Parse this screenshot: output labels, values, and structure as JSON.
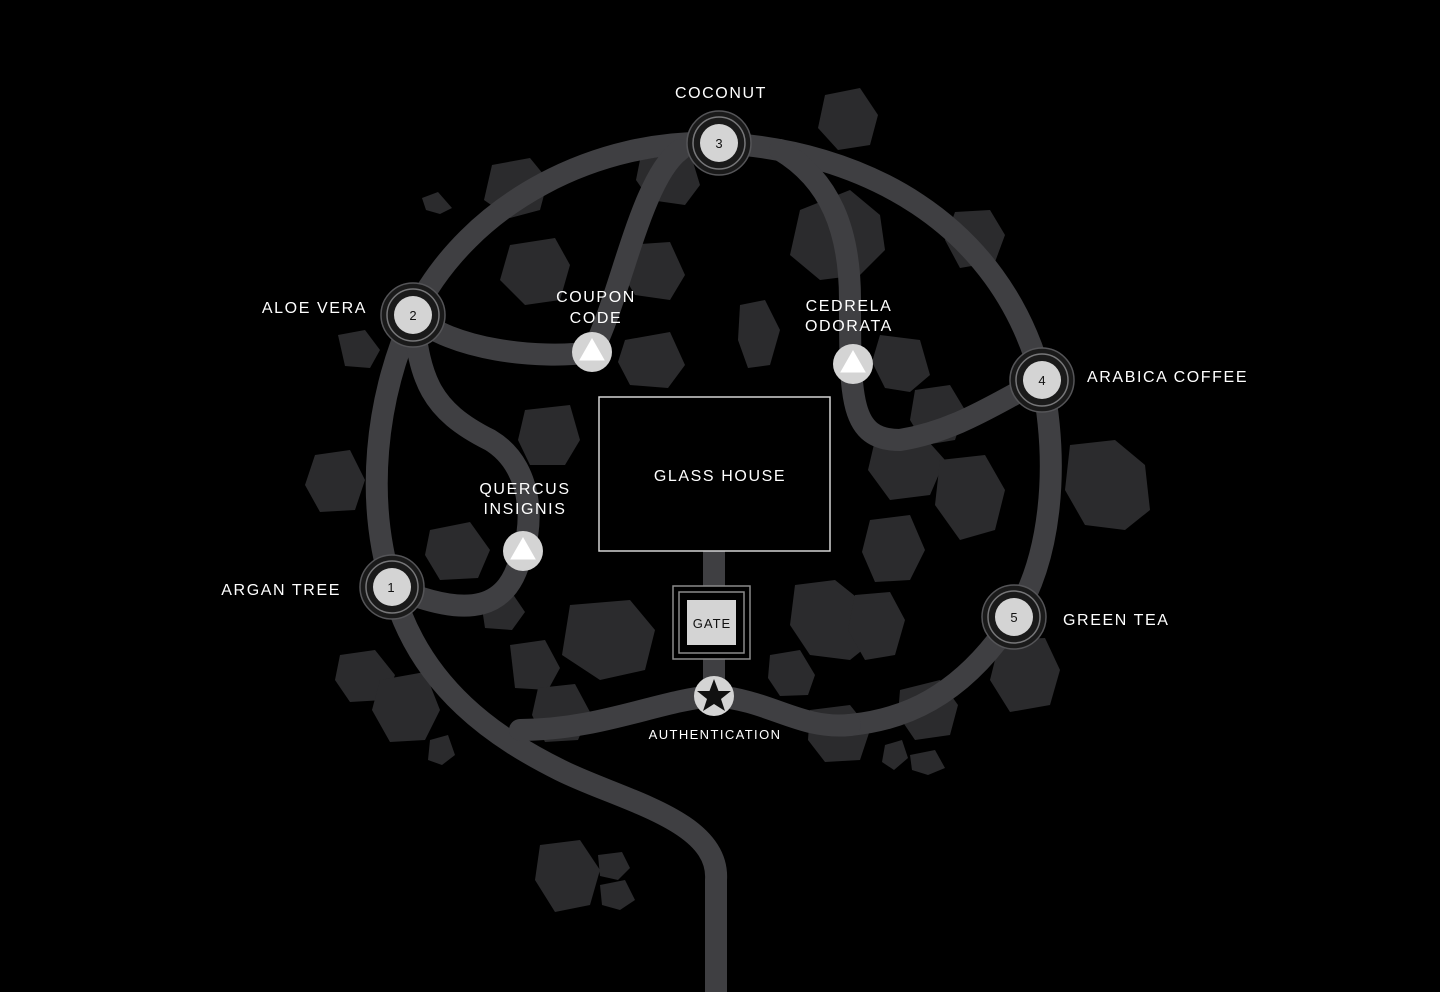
{
  "map": {
    "building": {
      "label": "GLASS HOUSE"
    },
    "gate": {
      "label": "GATE"
    },
    "entrance": {
      "label": "AUTHENTICATION",
      "icon": "star-icon"
    },
    "stations": [
      {
        "number": "1",
        "label": "ARGAN TREE"
      },
      {
        "number": "2",
        "label": "ALOE VERA"
      },
      {
        "number": "3",
        "label": "COCONUT"
      },
      {
        "number": "4",
        "label": "ARABICA COFFEE"
      },
      {
        "number": "5",
        "label": "GREEN TEA"
      }
    ],
    "waypoints": [
      {
        "line1": "COUPON",
        "line2": "CODE",
        "icon": "triangle-icon"
      },
      {
        "line1": "CEDRELA",
        "line2": "ODORATA",
        "icon": "triangle-icon"
      },
      {
        "line1": "QUERCUS",
        "line2": "INSIGNIS",
        "icon": "triangle-icon"
      }
    ]
  },
  "colors": {
    "background": "#000000",
    "path": "#3f3f42",
    "foliage": "#2b2b2d",
    "marker": "#d4d4d4",
    "text": "#ffffff"
  }
}
